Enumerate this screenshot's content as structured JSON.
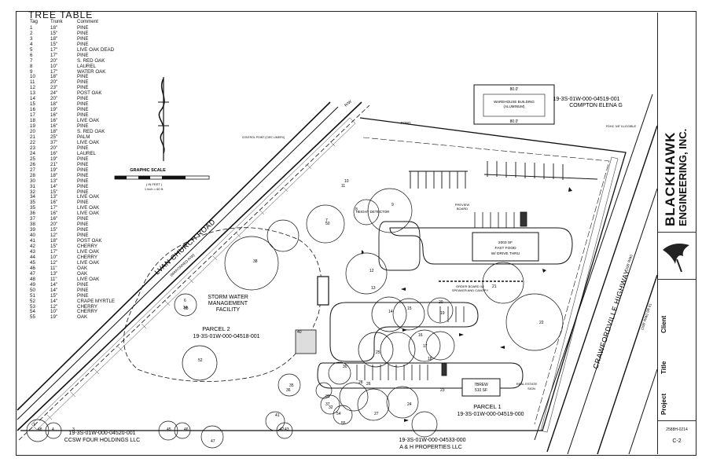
{
  "tree_table": {
    "title": "TREE TABLE",
    "headers": [
      "Tag",
      "Trunk",
      "Comment"
    ],
    "rows": [
      [
        "1",
        "18\"",
        "PINE"
      ],
      [
        "2",
        "15\"",
        "PINE"
      ],
      [
        "3",
        "18\"",
        "PINE"
      ],
      [
        "4",
        "15\"",
        "PINE"
      ],
      [
        "5",
        "17\"",
        "LIVE OAK DEAD"
      ],
      [
        "6",
        "17\"",
        "PINE"
      ],
      [
        "7",
        "20\"",
        "S. RED OAK"
      ],
      [
        "8",
        "10\"",
        "LAUREL"
      ],
      [
        "9",
        "17\"",
        "WATER OAK"
      ],
      [
        "10",
        "18\"",
        "PINE"
      ],
      [
        "11",
        "20\"",
        "PINE"
      ],
      [
        "12",
        "23\"",
        "PINE"
      ],
      [
        "13",
        "24\"",
        "POST OAK"
      ],
      [
        "14",
        "20\"",
        "PINE"
      ],
      [
        "15",
        "18\"",
        "PINE"
      ],
      [
        "16",
        "19\"",
        "PINE"
      ],
      [
        "17",
        "16\"",
        "PINE"
      ],
      [
        "18",
        "16\"",
        "LIVE OAK"
      ],
      [
        "19",
        "16\"",
        "PINE"
      ],
      [
        "20",
        "18\"",
        "S. RED OAK"
      ],
      [
        "21",
        "25\"",
        "PALM"
      ],
      [
        "22",
        "37\"",
        "LIVE OAK"
      ],
      [
        "23",
        "20\"",
        "PINE"
      ],
      [
        "24",
        "16\"",
        "LAUREL"
      ],
      [
        "25",
        "19\"",
        "PINE"
      ],
      [
        "26",
        "21\"",
        "PINE"
      ],
      [
        "27",
        "19\"",
        "PINE"
      ],
      [
        "28",
        "18\"",
        "PINE"
      ],
      [
        "30",
        "13\"",
        "PINE"
      ],
      [
        "31",
        "14\"",
        "PINE"
      ],
      [
        "32",
        "15\"",
        "PINE"
      ],
      [
        "34",
        "13\"",
        "LIVE OAK"
      ],
      [
        "35",
        "16\"",
        "PINE"
      ],
      [
        "35",
        "17\"",
        "LIVE OAK"
      ],
      [
        "36",
        "16\"",
        "LIVE OAK"
      ],
      [
        "37",
        "16\"",
        "PINE"
      ],
      [
        "38",
        "20\"",
        "PINE"
      ],
      [
        "39",
        "15\"",
        "PINE"
      ],
      [
        "40",
        "12\"",
        "PINE"
      ],
      [
        "41",
        "18\"",
        "POST OAK"
      ],
      [
        "42",
        "15\"",
        "CHERRY"
      ],
      [
        "43",
        "17\"",
        "LIVE OAK"
      ],
      [
        "44",
        "10\"",
        "CHERRY"
      ],
      [
        "45",
        "12\"",
        "LIVE OAK"
      ],
      [
        "46",
        "11\"",
        "OAK"
      ],
      [
        "47",
        "13\"",
        "OAK"
      ],
      [
        "48",
        "11\"",
        "LIVE OAK"
      ],
      [
        "49",
        "14\"",
        "PINE"
      ],
      [
        "50",
        "14\"",
        "PINE"
      ],
      [
        "51",
        "15\"",
        "PINE"
      ],
      [
        "52",
        "14\"",
        "CRAPE MYRTLE"
      ],
      [
        "53",
        "12\"",
        "CHERRY"
      ],
      [
        "54",
        "10\"",
        "CHERRY"
      ],
      [
        "55",
        "19\"",
        "OAK"
      ]
    ]
  },
  "plan": {
    "graphic_scale_label": "GRAPHIC SCALE",
    "scale_sub": "( IN FEET )",
    "scale_sub2": "1 inch = 60 ft.",
    "road_lvan": "LVAN CHURCH ROAD",
    "road_lvan_sub": "(MAINTAINED R/W)",
    "road_craw": "CRAWFORDVILLE HIGHWAY",
    "road_craw_sub": "(100' R/W)",
    "road_craw_2": "(100' R/W) SR 61",
    "rw_label": "R/W",
    "storm_water": [
      "STORM WATER",
      "MANAGEMENT",
      "FACILITY"
    ],
    "parcel2_title": "PARCEL 2",
    "parcel2_id": "19-3S-01W-000-04518-001",
    "parcel1_title": "PARCEL 1",
    "parcel1_id": "19-3S-01W-000-04519-000",
    "compton_id": "19-3S-01W-000-04519-001",
    "compton_name": "COMPTON ELENA G",
    "ccsw_id": "19-3S-01W-000-04520-001",
    "ccsw_name": "CCSW FOUR HOLDINGS LLC",
    "ah_id": "19-3S-01W-000-04533-000",
    "ah_name": "A & H PROPERTIES LLC",
    "warehouse": [
      "WAREHOUSE BUILDING",
      "(ALUMINUM)"
    ],
    "warehouse_dim": "80.0'",
    "fast_food": [
      "2003 SF",
      "FAST FOOD",
      "W/ DRIVE THRU"
    ],
    "brew": [
      "7BREW",
      "510 SF"
    ],
    "preview_board": [
      "PREVIEW",
      "BOARD"
    ],
    "order_board": [
      "ORDER BOARD W/",
      "SPEAKER AND CANOPY"
    ],
    "height_detector": "HEIGHT DETECTOR",
    "real_estate_sign": [
      "REAL ESTATE",
      "SIGN"
    ],
    "pond": "POND",
    "control_pt": "CONTROL POINT (CIRC LIMERX)",
    "fdhc": "FDHC 3/8\" ILLEGIBLE",
    "tree_numbers": [
      {
        "n": "1"
      },
      {
        "n": "3"
      },
      {
        "n": "4"
      },
      {
        "n": "6"
      },
      {
        "n": "7"
      },
      {
        "n": "8"
      },
      {
        "n": "9"
      },
      {
        "n": "10"
      },
      {
        "n": "11"
      },
      {
        "n": "12"
      },
      {
        "n": "13"
      },
      {
        "n": "14"
      },
      {
        "n": "15"
      },
      {
        "n": "16"
      },
      {
        "n": "17"
      },
      {
        "n": "18"
      },
      {
        "n": "19"
      },
      {
        "n": "20"
      },
      {
        "n": "21"
      },
      {
        "n": "22"
      },
      {
        "n": "23"
      },
      {
        "n": "24"
      },
      {
        "n": "25"
      },
      {
        "n": "26"
      },
      {
        "n": "27"
      },
      {
        "n": "28"
      },
      {
        "n": "30"
      },
      {
        "n": "31"
      },
      {
        "n": "32"
      },
      {
        "n": "34"
      },
      {
        "n": "35"
      },
      {
        "n": "36"
      },
      {
        "n": "37"
      },
      {
        "n": "38"
      },
      {
        "n": "40"
      },
      {
        "n": "41"
      },
      {
        "n": "42"
      },
      {
        "n": "43"
      },
      {
        "n": "45"
      },
      {
        "n": "46"
      },
      {
        "n": "47"
      },
      {
        "n": "48"
      },
      {
        "n": "50"
      },
      {
        "n": "52"
      },
      {
        "n": "53"
      },
      {
        "n": "54"
      },
      {
        "n": "55"
      }
    ]
  },
  "title_block": {
    "company": "BLACKHAWK",
    "company2": "ENGINEERING, INC.",
    "project_label": "Project",
    "title_label": "Title",
    "client_label": "Client",
    "sheet_no": "C-2",
    "project_no": "2588H-0214"
  }
}
